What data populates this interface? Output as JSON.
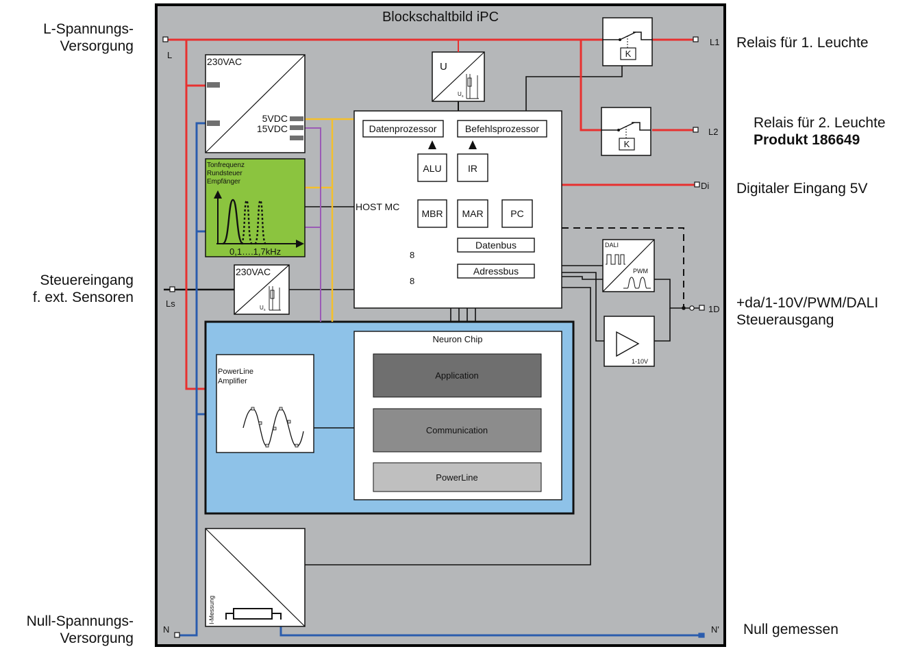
{
  "title": "Blockschaltbild iPC",
  "left_labels": {
    "l_supply_1": "L-Spannungs-",
    "l_supply_2": "Versorgung",
    "control_in_1": "Steuereingang",
    "control_in_2": "f. ext. Sensoren",
    "null_supply_1": "Null-Spannungs-",
    "null_supply_2": "Versorgung"
  },
  "right_labels": {
    "relay1": "Relais für 1. Leuchte",
    "relay2": "Relais für 2. Leuchte",
    "product": "Produkt 186649",
    "digital_in": "Digitaler Eingang 5V",
    "output_1": "+da/1-10V/PWM/DALI",
    "output_2": "Steuerausgang",
    "null_measured": "Null gemessen"
  },
  "terminals": {
    "L": "L",
    "L1": "L1",
    "L2": "L2",
    "Di": "Di",
    "Ls": "Ls",
    "1D": "1D",
    "N": "N",
    "N_prime": "N'"
  },
  "psu": {
    "in": "230VAC",
    "out_5v": "5VDC",
    "out_15v": "15VDC"
  },
  "receiver": {
    "line1": "Tonfrequenz",
    "line2": "Rundsteuer",
    "line3": "Empfänger",
    "freq": "0,1….1,7kHz"
  },
  "sensor_converter": {
    "in": "230VAC",
    "sub": "U",
    "sub_index": "s"
  },
  "voltage_sensor": {
    "label": "U",
    "sub": "U",
    "sub_index": "s"
  },
  "host": {
    "label": "HOST MC",
    "data_processor": "Datenprozessor",
    "command_processor": "Befehlsprozessor",
    "alu": "ALU",
    "ir": "IR",
    "mbr": "MBR",
    "mar": "MAR",
    "pc": "PC",
    "databus": "Datenbus",
    "addressbus": "Adressbus",
    "bus_width_1": "8",
    "bus_width_2": "8"
  },
  "relays": {
    "k1": "K",
    "k2": "K"
  },
  "dali": {
    "label": "DALI",
    "pwm": "PWM"
  },
  "amp_1_10": {
    "label": "1-10V"
  },
  "neuron": {
    "title": "Neuron Chip",
    "application": "Application",
    "communication": "Communication",
    "powerline": "PowerLine"
  },
  "pl_amplifier": {
    "line1": "PowerLine",
    "line2": "Amplifier"
  },
  "measurement": {
    "label": "I-Messung"
  },
  "colors": {
    "housing": "#b5b7b9",
    "phase": "#e8302f",
    "neutral": "#2a5cad",
    "dc5": "#f5c02a",
    "dc15": "#9a5ab5",
    "receiver": "#8bc43f",
    "neuron_bg": "#8ec2e8",
    "application": "#6f6f6f",
    "communication": "#8c8c8c",
    "powerline": "#bfbfbf"
  }
}
